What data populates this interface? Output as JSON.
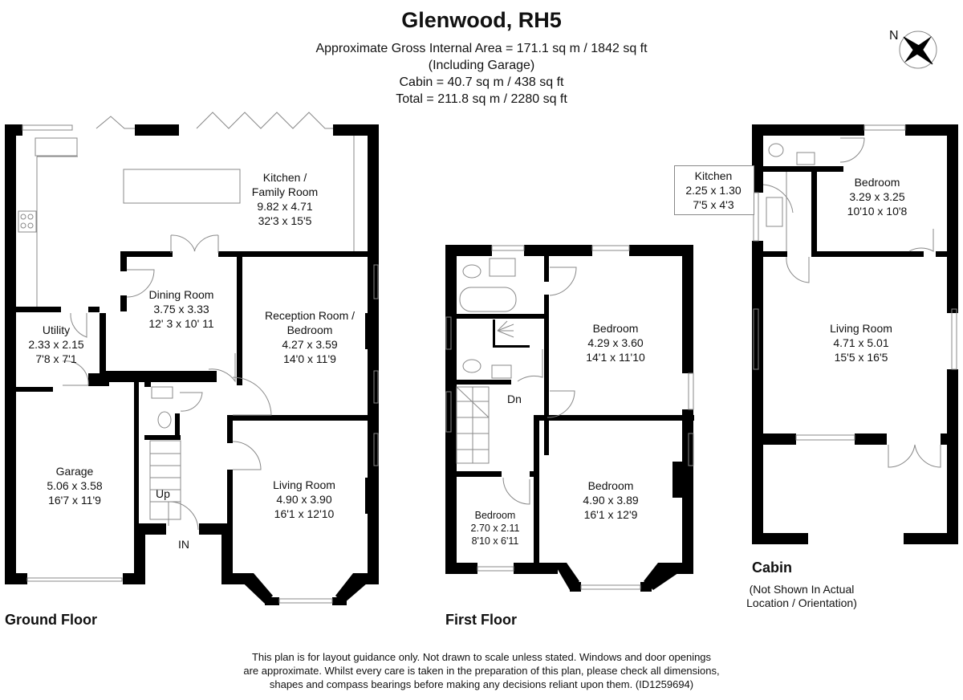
{
  "header": {
    "title": "Glenwood, RH5",
    "area_lines": [
      "Approximate Gross Internal Area = 171.1 sq m / 1842 sq ft",
      "(Including Garage)",
      "Cabin = 40.7 sq m / 438 sq ft",
      "Total = 211.8 sq m / 2280 sq ft"
    ]
  },
  "compass": {
    "label": "N",
    "icon": "compass-rose-icon"
  },
  "ground_floor": {
    "label": "Ground Floor",
    "rooms": [
      {
        "name": "Kitchen /",
        "name2": "Family Room",
        "metric": "9.82 x 4.71",
        "imperial": "32'3 x 15'5"
      },
      {
        "name": "Dining Room",
        "metric": "3.75 x 3.33",
        "imperial": "12' 3 x 10' 11"
      },
      {
        "name": "Reception Room /",
        "name2": "Bedroom",
        "metric": "4.27 x 3.59",
        "imperial": "14'0 x 11'9"
      },
      {
        "name": "Utility",
        "metric": "2.33 x 2.15",
        "imperial": "7'8 x 7'1"
      },
      {
        "name": "Garage",
        "metric": "5.06 x 3.58",
        "imperial": "16'7 x 11'9"
      },
      {
        "name": "Living Room",
        "metric": "4.90 x 3.90",
        "imperial": "16'1 x 12'10"
      }
    ],
    "stairs_label": "Up",
    "entrance_label": "IN"
  },
  "first_floor": {
    "label": "First Floor",
    "rooms": [
      {
        "name": "Bedroom",
        "metric": "4.29 x 3.60",
        "imperial": "14'1 x 11'10"
      },
      {
        "name": "Bedroom",
        "metric": "4.90 x 3.89",
        "imperial": "16'1 x 12'9"
      },
      {
        "name": "Bedroom",
        "metric": "2.70 x 2.11",
        "imperial": "8'10 x 6'11"
      }
    ],
    "stairs_label": "Dn"
  },
  "cabin": {
    "label": "Cabin",
    "note_line1": "(Not Shown In Actual",
    "note_line2": "Location / Orientation)",
    "rooms": [
      {
        "name": "Kitchen",
        "metric": "2.25 x 1.30",
        "imperial": "7'5 x 4'3"
      },
      {
        "name": "Bedroom",
        "metric": "3.29 x 3.25",
        "imperial": "10'10 x 10'8"
      },
      {
        "name": "Living Room",
        "metric": "4.71 x 5.01",
        "imperial": "15'5 x 16'5"
      }
    ]
  },
  "disclaimer": {
    "line1": "This plan is for layout guidance only. Not drawn to scale unless stated. Windows and door openings",
    "line2": "are approximate. Whilst every care is taken in the preparation of this plan, please check all dimensions,",
    "line3": "shapes and compass bearings before making any decisions reliant upon them. (ID1259694)"
  },
  "colors": {
    "wall": "#000000",
    "fixture": "#888888",
    "text": "#111111"
  }
}
